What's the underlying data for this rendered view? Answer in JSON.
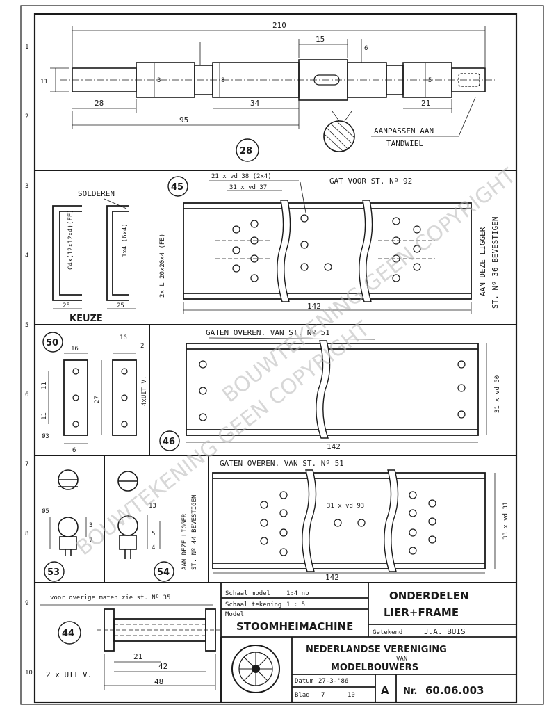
{
  "border": {
    "marks": [
      "1",
      "2",
      "3",
      "4",
      "5",
      "6",
      "7",
      "8",
      "9",
      "10"
    ]
  },
  "parts": {
    "p28": {
      "number": "28",
      "dims": {
        "overall": "210",
        "d1": "28",
        "d2": "95",
        "d3": "34",
        "d4": "15",
        "d5": "21",
        "d6": "11",
        "d7": "3",
        "d8": "8",
        "d9": "6",
        "d10": "5"
      },
      "note": [
        "AANPASSEN AAN",
        "TANDWIEL"
      ]
    },
    "p45": {
      "number": "45",
      "label_solder": "SOLDEREN",
      "label_choice": "KEUZE",
      "profile_a": "C4x(12x12x4)(FE)",
      "profile_b": "1x4 (6x4)",
      "profile_c": "2x L 20x20x4 (FE)",
      "dim_holes_a": "21 x vd 38 (2x4)",
      "dim_holes_b": "31 x vd 37",
      "hole_note": "GAT VOOR ST. Nº 92",
      "side_note": [
        "AAN DEZE LIGGER",
        "ST. Nº 36 BEVESTIGEN"
      ],
      "length": "142",
      "dims": {
        "w1": "25",
        "w2": "25"
      }
    },
    "p50": {
      "number": "50",
      "dims": {
        "w1": "16",
        "w2": "16",
        "d1": "2",
        "d2": "11",
        "d3": "11",
        "d4": "27",
        "d5": "6",
        "dia": "Ø3"
      },
      "qty": "4xUIT V."
    },
    "p46": {
      "number": "46",
      "hole_note": "GATEN OVEREN. VAN ST. Nº 51",
      "length": "142",
      "side_dim": "31 x vd 50"
    },
    "p51": {
      "hole_note": "GATEN OVEREN. VAN ST. Nº 51",
      "hole_dim": "31 x vd 93",
      "length": "142",
      "side_dim": "33 x vd 31"
    },
    "p53": {
      "number": "53",
      "dims": {
        "d1": "Ø5",
        "d2": "3",
        "d3": "7"
      }
    },
    "p54": {
      "number": "54",
      "dims": {
        "d1": "13",
        "d2": "5",
        "d3": "4"
      },
      "side_note": [
        "AAN DEZE LIGGER",
        "ST. Nº 44 BEVESTIGEN"
      ]
    },
    "p44": {
      "number": "44",
      "top_note": "voor overige maten zie st. Nº 35",
      "qty": "2 x UIT V.",
      "dims": {
        "d1": "21",
        "d2": "42",
        "d3": "48"
      }
    }
  },
  "title_block": {
    "scale_label": "Schaal model",
    "scale_value": "1:4 nb",
    "scale_label2": "Schaal tekening",
    "scale_value2": "1 : 5",
    "model_label": "Model",
    "model_name": "STOOMHEIMACHINE",
    "subject_line1": "ONDERDELEN",
    "subject_line2": "LIER+FRAME",
    "author_label": "Getekend",
    "author": "J.A. BUIS",
    "org_line1": "NEDERLANDSE VERENIGING",
    "org_line2": "VAN",
    "org_line3": "MODELBOUWERS",
    "date_label": "Datum",
    "date": "27-3-'86",
    "sheet_label": "Blad",
    "sheet": "7",
    "sheet_of": "10",
    "series": "A",
    "nr_label": "Nr.",
    "drawing_number": "60.06.003"
  },
  "watermark": "BOUWTEKENING GEEN COPYRIGHT",
  "watermark2": "BOUWTEKENING GEEN COPYRIGHT"
}
